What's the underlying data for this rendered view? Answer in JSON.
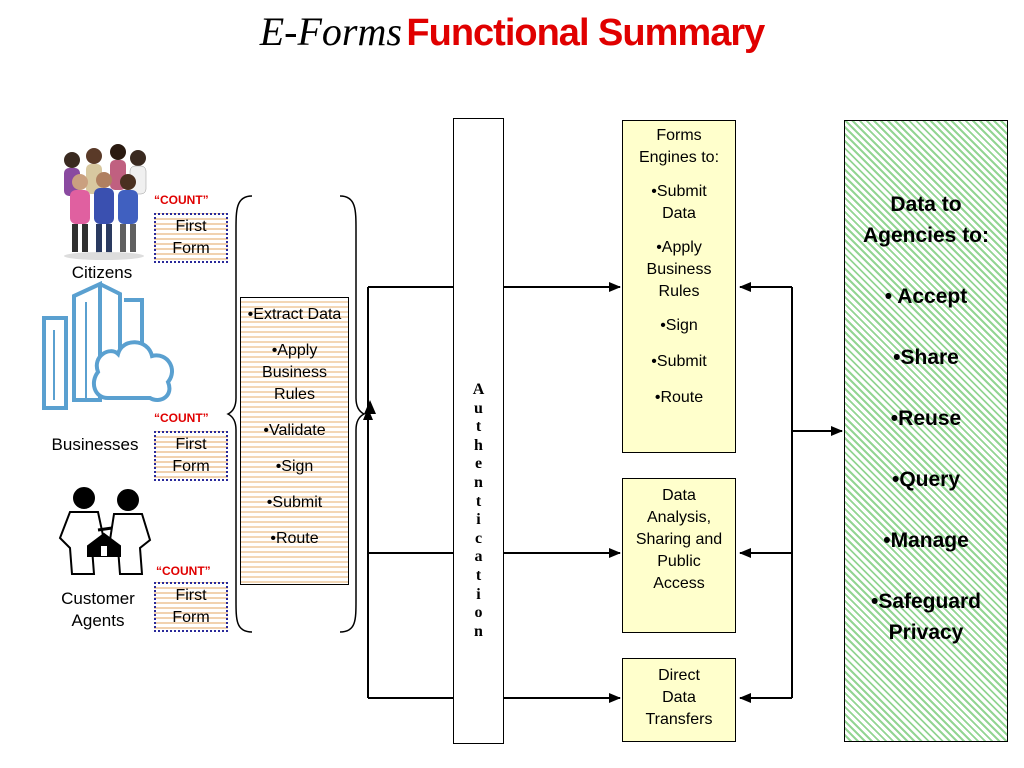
{
  "title": {
    "italic": "E-Forms",
    "bold": "Functional Summary"
  },
  "sources": [
    {
      "label": "Citizens",
      "count": "“COUNT”",
      "form_line1": "First",
      "form_line2": "Form",
      "icon": "people-group-icon"
    },
    {
      "label": "Businesses",
      "count": "“COUNT”",
      "form_line1": "First",
      "form_line2": "Form",
      "icon": "office-buildings-icon"
    },
    {
      "label_line1": "Customer",
      "label_line2": "Agents",
      "count": "“COUNT”",
      "form_line1": "First",
      "form_line2": "Form",
      "icon": "handshake-agents-icon"
    }
  ],
  "process_box": {
    "items": [
      "•Extract Data",
      "•Apply Business Rules",
      "•Validate",
      "•Sign",
      "•Submit",
      "•Route"
    ]
  },
  "authentication": "Authentication",
  "forms_engines": {
    "heading": "Forms Engines to:",
    "items": [
      "•Submit Data",
      "•Apply Business Rules",
      "•Sign",
      "•Submit",
      "•Route"
    ]
  },
  "data_analysis": "Data Analysis, Sharing and Public Access",
  "direct_transfers": "Direct Data Transfers",
  "agencies": {
    "heading": "Data to Agencies to:",
    "items": [
      "• Accept",
      "•Share",
      "•Reuse",
      "•Query",
      "•Manage",
      "•Safeguard Privacy"
    ]
  },
  "colors": {
    "title_red": "#e00000",
    "form_border": "#2a2a9a",
    "yellow_box": "#ffffcc",
    "green_stripe": "#93d593",
    "orange_stripe": "#f3d7b6",
    "building_blue": "#5aa0d0"
  }
}
